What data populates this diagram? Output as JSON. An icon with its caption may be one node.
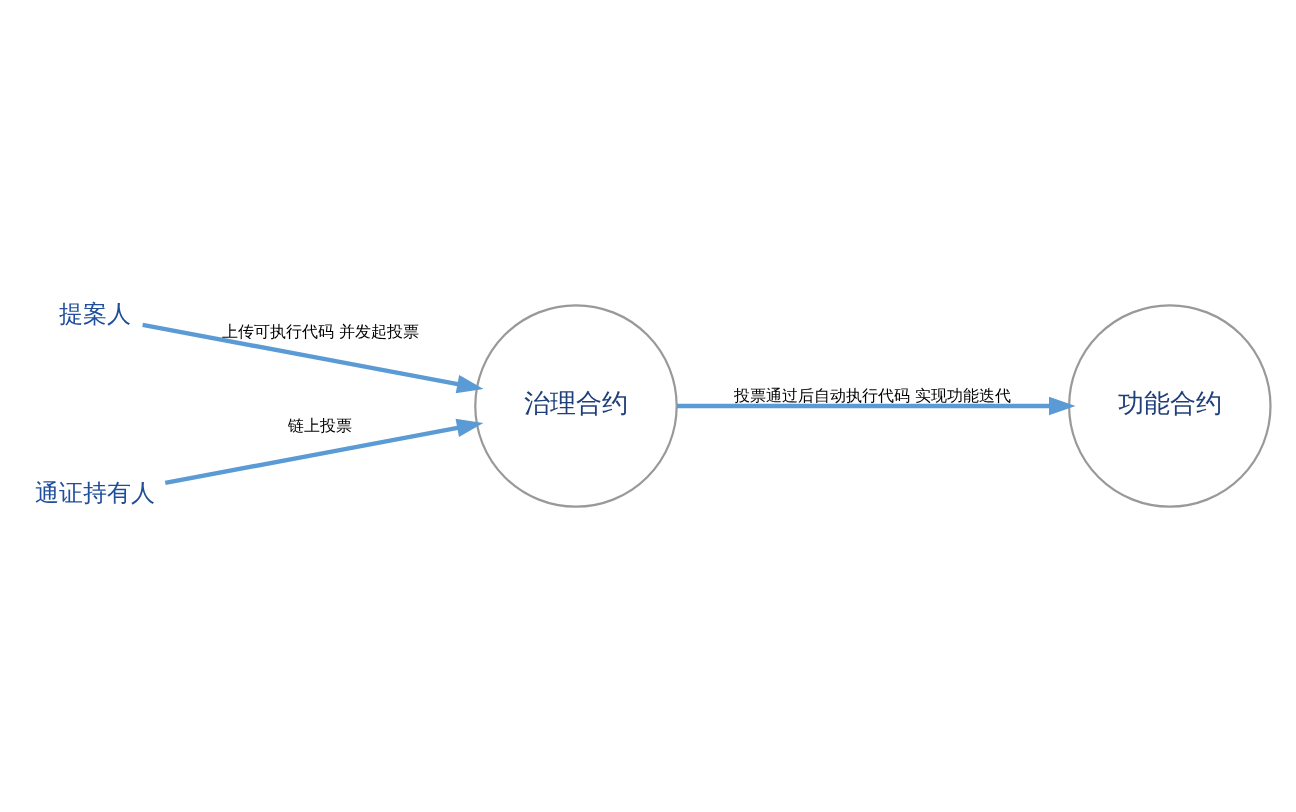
{
  "diagram": {
    "nodes": [
      {
        "text": [
          "提案人"
        ]
      },
      {
        "text": [
          "治理合约"
        ]
      },
      {
        "text": [
          "功能合约"
        ]
      },
      {
        "text": [
          "通证持有人"
        ]
      }
    ],
    "edges": [
      {
        "from": 0,
        "to": 1,
        "arrow": "to",
        "label": "上传可执行代码 并发起投票"
      },
      {
        "from": 3,
        "to": 1,
        "arrow": "to",
        "label": "链上投票"
      },
      {
        "from": 1,
        "to": 2,
        "arrow": "to",
        "label": "投票通过后自动执行代码 实现功能迭代"
      }
    ]
  }
}
